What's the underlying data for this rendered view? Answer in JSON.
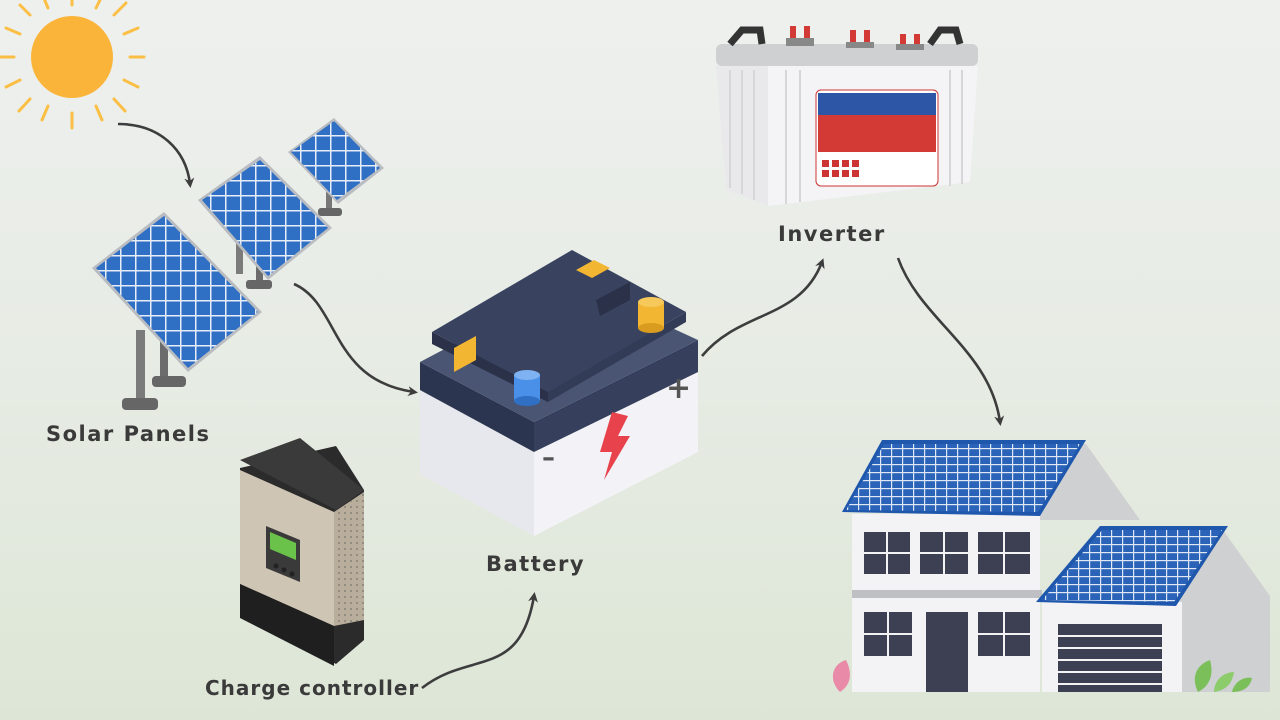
{
  "labels": {
    "solar_panels": "Solar Panels",
    "battery": "Battery",
    "inverter": "Inverter",
    "charge_controller": "Charge controller"
  },
  "battery_terminals": {
    "positive": "+",
    "negative": "–"
  },
  "colors": {
    "sun": "#fbb43a",
    "panel_cell": "#2f6fc4",
    "battery_top": "#3e4a66",
    "battery_body": "#f2f2f6",
    "battery_bolt": "#e8434d",
    "terminal_positive": "#f2b632",
    "terminal_negative": "#4a8fe8",
    "inverter_stripe_blue": "#2e56a6",
    "inverter_stripe_red": "#d33a36",
    "arrow": "#3d3d3d",
    "text": "#3a3a3a"
  }
}
